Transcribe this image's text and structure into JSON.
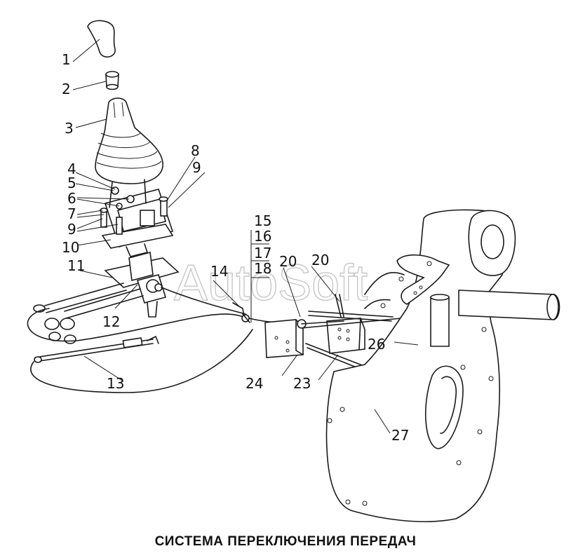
{
  "watermark": "AutoSoft",
  "caption": "СИСТЕМА ПЕРЕКЛЮЧЕНИЯ ПЕРЕДАЧ",
  "callouts": {
    "c1": "1",
    "c2": "2",
    "c3": "3",
    "c4": "4",
    "c5": "5",
    "c6": "6",
    "c7": "7",
    "c8": "8",
    "c9a": "9",
    "c9b": "9",
    "c10": "10",
    "c11": "11",
    "c12": "12",
    "c13": "13",
    "c14": "14",
    "c15": "15",
    "c16": "16",
    "c17": "17",
    "c18": "18",
    "c20a": "20",
    "c20b": "20",
    "c23": "23",
    "c24": "24",
    "c26": "26",
    "c27": "27"
  }
}
